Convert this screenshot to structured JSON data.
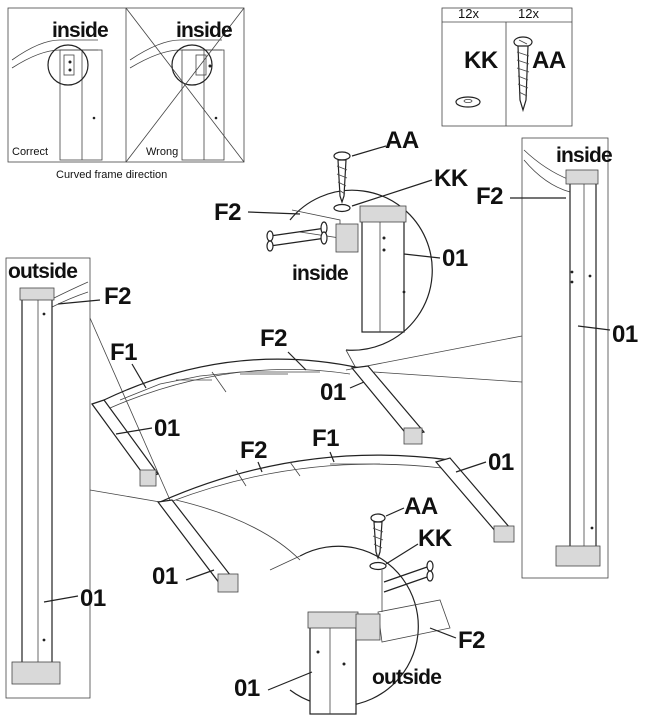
{
  "direction_box": {
    "inside_correct": "inside",
    "inside_wrong": "inside",
    "correct": "Correct",
    "wrong": "Wrong",
    "caption": "Curved frame direction"
  },
  "hardware": {
    "qty_kk": "12x",
    "qty_aa": "12x",
    "kk": "KK",
    "aa": "AA"
  },
  "top_detail": {
    "aa": "AA",
    "kk": "KK",
    "f2": "F2",
    "inside": "inside",
    "post": "01"
  },
  "right_post": {
    "inside": "inside",
    "f2": "F2",
    "post": "01"
  },
  "left_post": {
    "outside": "outside",
    "f2": "F2",
    "post": "01"
  },
  "upper_frame": {
    "f1": "F1",
    "f2": "F2",
    "leg_right": "01",
    "leg_left": "01"
  },
  "lower_frame": {
    "f2": "F2",
    "f1": "F1",
    "leg_right": "01",
    "leg_left": "01"
  },
  "bottom_detail": {
    "aa": "AA",
    "kk": "KK",
    "f2": "F2",
    "outside": "outside",
    "post": "01"
  }
}
